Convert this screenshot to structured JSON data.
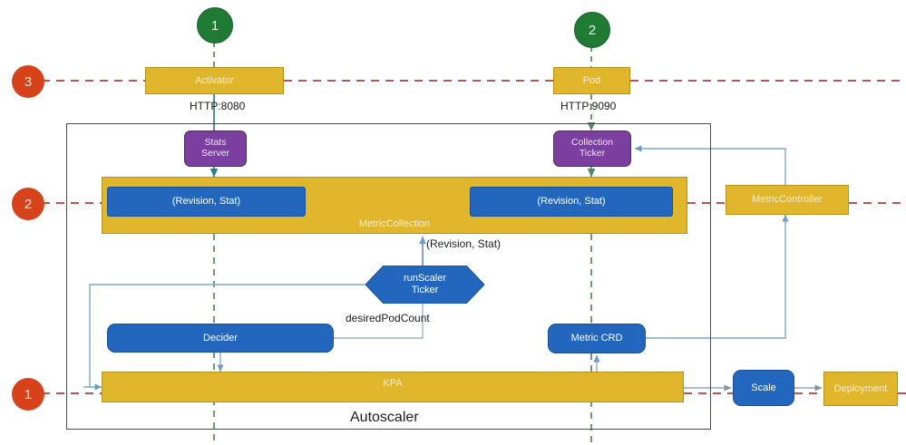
{
  "diagram": {
    "title": "Autoscaler",
    "container_label": "Autoscaler",
    "colors": {
      "gold": "#e0b62c",
      "gold_border": "#b8901c",
      "blue": "#2267bd",
      "blue_border": "#1b4f93",
      "purple": "#7b3fa0",
      "purple_border": "#53295f",
      "green_circle": "#1f7a33",
      "orange_circle": "#d6431a",
      "dashed_red": "#a8423a",
      "dashed_green": "#4d8c5f",
      "connector_blue": "#7ba7cc",
      "connector_teal": "#2f7d8c",
      "container_border": "#4c4c4c"
    },
    "markers": {
      "green": [
        {
          "id": "marker-1",
          "label": "1"
        },
        {
          "id": "marker-2",
          "label": "2"
        }
      ],
      "orange": [
        {
          "id": "flow-3",
          "label": "3"
        },
        {
          "id": "flow-2",
          "label": "2"
        },
        {
          "id": "flow-1",
          "label": "1"
        }
      ]
    },
    "nodes": {
      "activator": "Activator",
      "pod": "Pod",
      "stats_server_line1": "Stats",
      "stats_server_line2": "Server",
      "collection_ticker_line1": "Collection",
      "collection_ticker_line2": "Ticker",
      "metric_collection": "MetricCollection",
      "revision_stat_left": "(Revision, Stat)",
      "revision_stat_right": "(Revision, Stat)",
      "metric_controller": "MetricController",
      "run_scaler_ticker_line1": "runScaler",
      "run_scaler_ticker_line2": "Ticker",
      "decider": "Decider",
      "metric_crd": "Metric CRD",
      "kpa": "KPA",
      "scale": "Scale",
      "deployment": "Deployment"
    },
    "edge_labels": {
      "http_8080": "HTTP:8080",
      "http_9090": "HTTP:9090",
      "revision_stat_flow": "(Revision, Stat)",
      "desired_pod_count": "desiredPodCount"
    }
  }
}
